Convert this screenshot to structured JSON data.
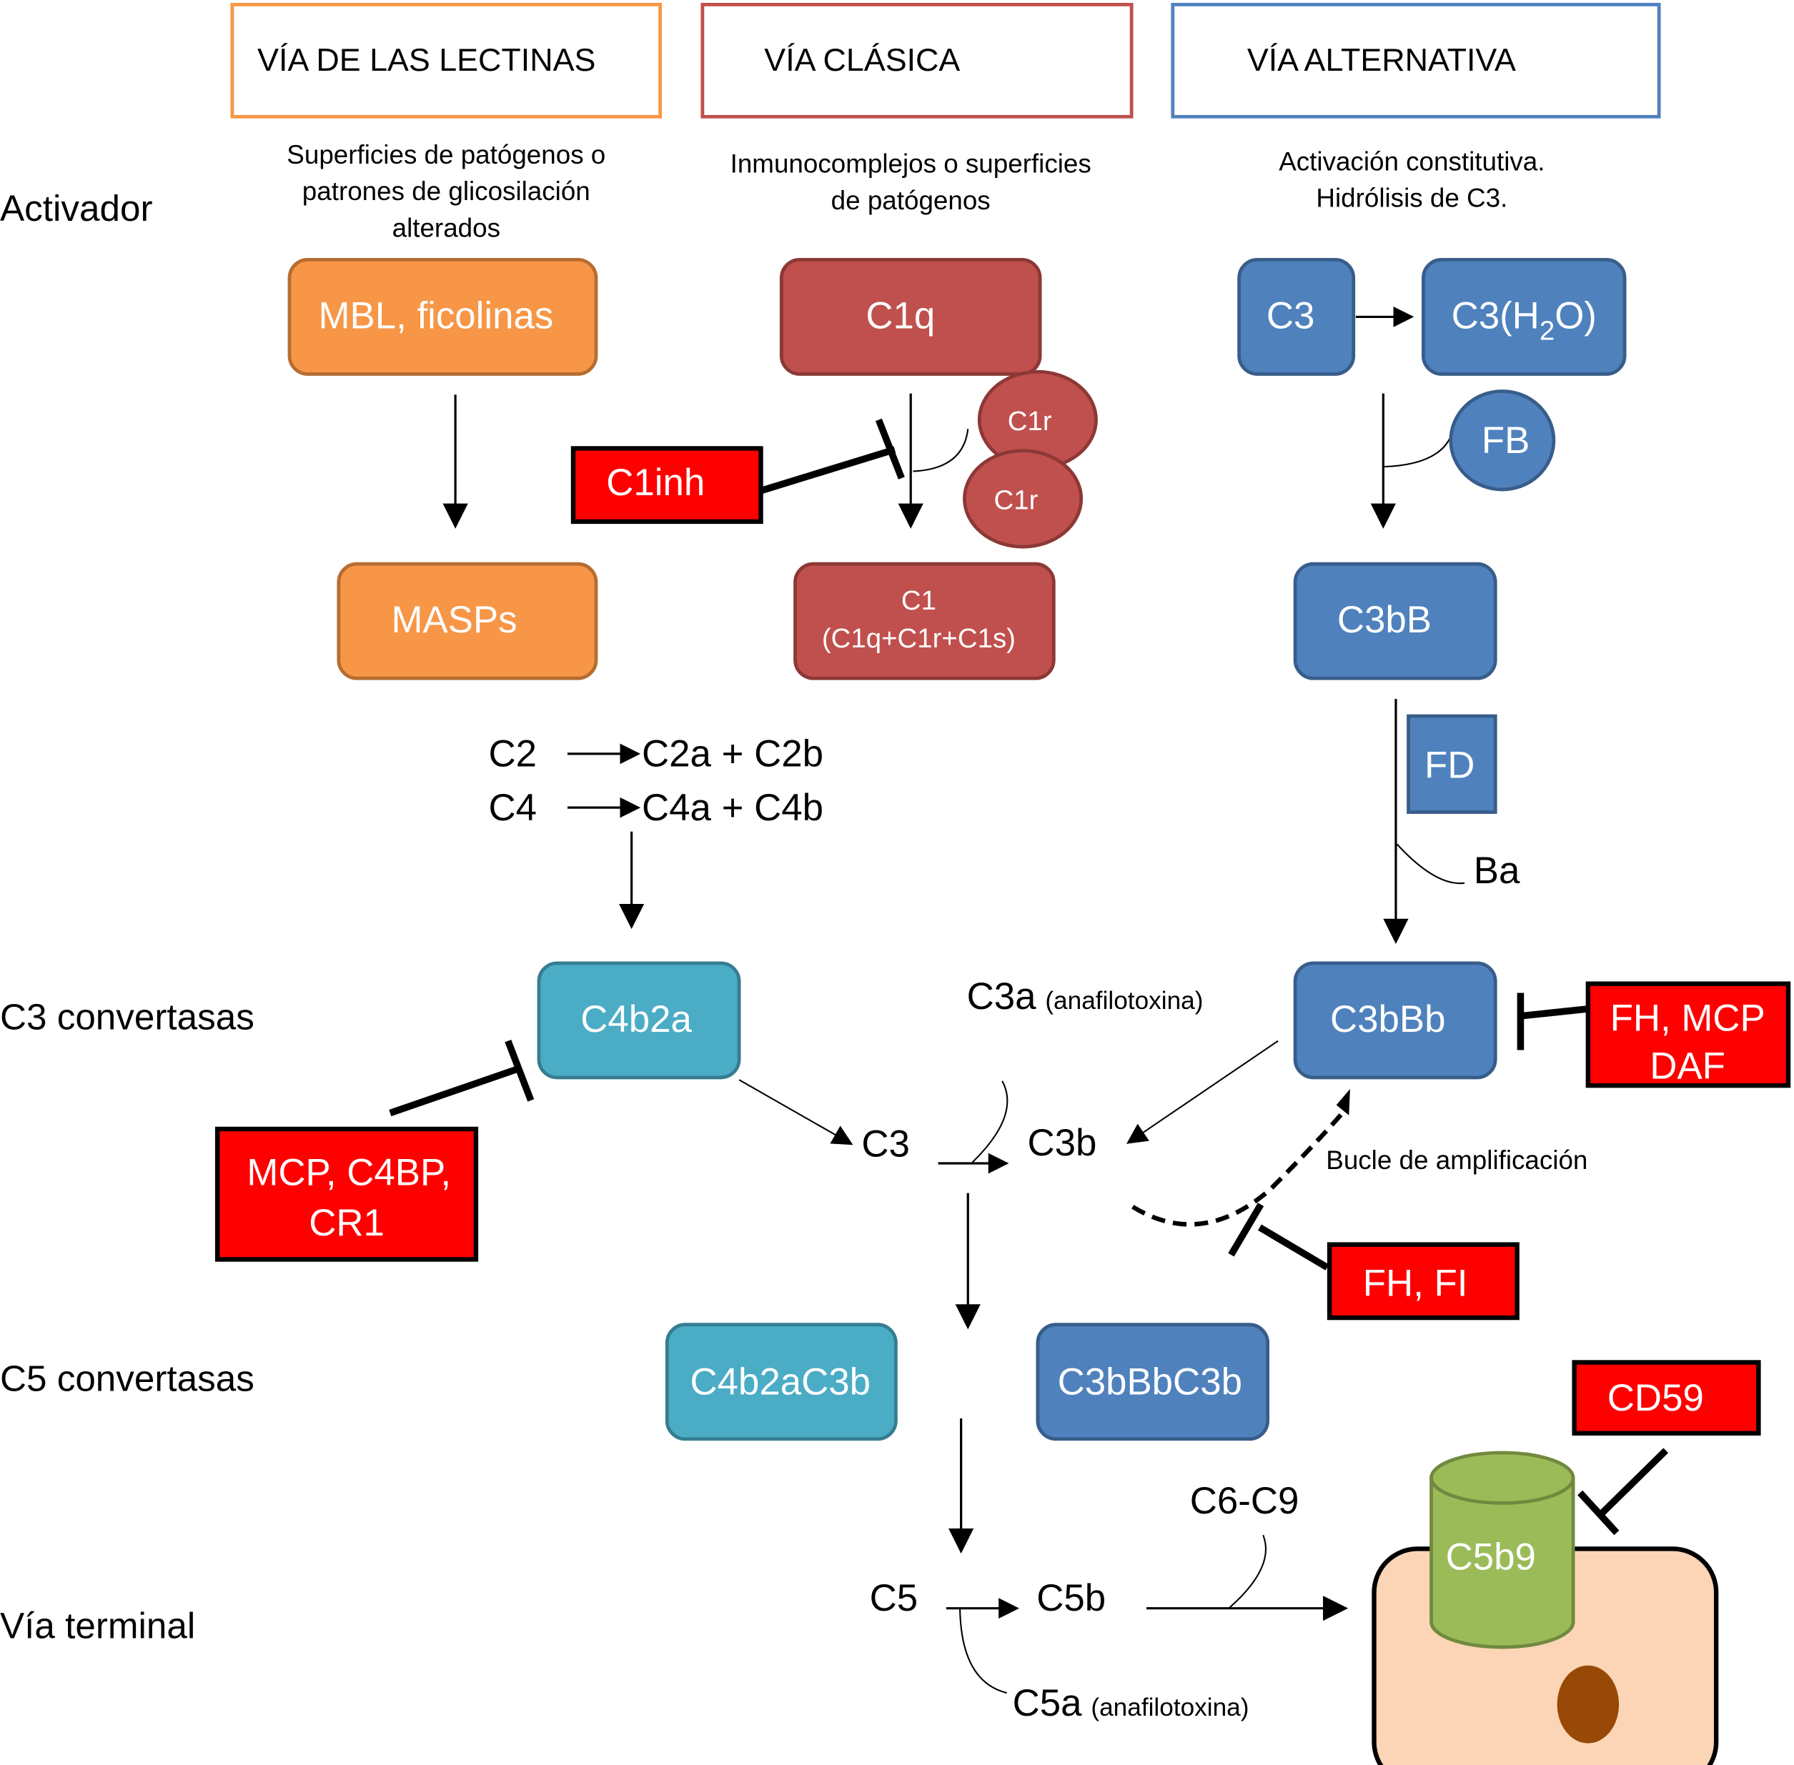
{
  "headers": {
    "lectinas": "VÍA DE LAS LECTINAS",
    "clasica": "VÍA CLÁSICA",
    "alternativa": "VÍA ALTERNATIVA"
  },
  "activators": {
    "lectinas": [
      "Superficies de patógenos o",
      "patrones de glicosilación",
      "alterados"
    ],
    "clasica": [
      "Inmunocomplejos o superficies",
      "de patógenos"
    ],
    "alternativa": [
      "Activación constitutiva.",
      "Hidrólisis de C3."
    ]
  },
  "row_labels": {
    "activador": "Activador",
    "c3_convertasas": "C3 convertasas",
    "c5_convertasas": "C5 convertasas",
    "via_terminal": "Vía terminal"
  },
  "nodes": {
    "mbl": "MBL, ficolinas",
    "masps": "MASPs",
    "c1q": "C1q",
    "c1r_a": "C1r",
    "c1r_b": "C1r",
    "c1_line1": "C1",
    "c1_line2": "(C1q+C1r+C1s)",
    "c3_alt": "C3",
    "c3h2o_pre": "C3(H",
    "c3h2o_sub": "2",
    "c3h2o_post": "O)",
    "fb": "FB",
    "c3bb": "C3bB",
    "fd": "FD",
    "c4b2a": "C4b2a",
    "c3bbb": "C3bBb",
    "c4b2ac3b": "C4b2aC3b",
    "c3bbbc3b": "C3bBbC3b",
    "c5b9": "C5b9"
  },
  "reactions": {
    "c2": "C2",
    "c2_products": "C2a + C2b",
    "c4": "C4",
    "c4_products": "C4a + C4b",
    "ba": "Ba",
    "c3": "C3",
    "c3b": "C3b",
    "c3a": "C3a",
    "c3a_note": "(anafilotoxina)",
    "bucle": "Bucle de amplificación",
    "c5": "C5",
    "c5b": "C5b",
    "c5a": "C5a",
    "c5a_note": "(anafilotoxina)",
    "c6c9": "C6-C9"
  },
  "inhibitors": {
    "c1inh": "C1inh",
    "mcp_c4bp_line1": "MCP, C4BP,",
    "mcp_c4bp_line2": "CR1",
    "fh_mcp_line1": "FH, MCP",
    "fh_mcp_line2": "DAF",
    "fh_fi": "FH, FI",
    "cd59": "CD59"
  },
  "colors": {
    "lectinas": "#F79646",
    "clasica": "#C0504D",
    "alternativa": "#4F81BD",
    "c4b2a_teal": "#4BACC6",
    "inhibitor_red": "#FF0000",
    "mac_green": "#9BBB59",
    "cell_fill": "#FBD5B5",
    "nucleus": "#984807"
  }
}
